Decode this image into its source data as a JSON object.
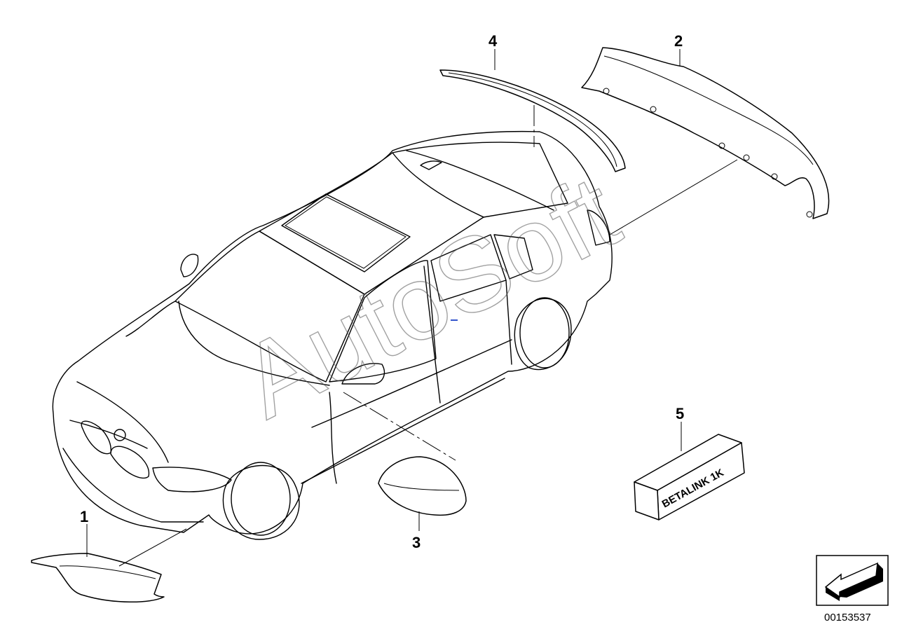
{
  "watermark": "AutoSoft",
  "callouts": {
    "c1": "1",
    "c2": "2",
    "c3": "3",
    "c4": "4",
    "c5": "5"
  },
  "box_label": "BETALINK 1K",
  "reference_number": "00153537",
  "icons": {
    "orientation": "arrow-down-left-icon"
  }
}
